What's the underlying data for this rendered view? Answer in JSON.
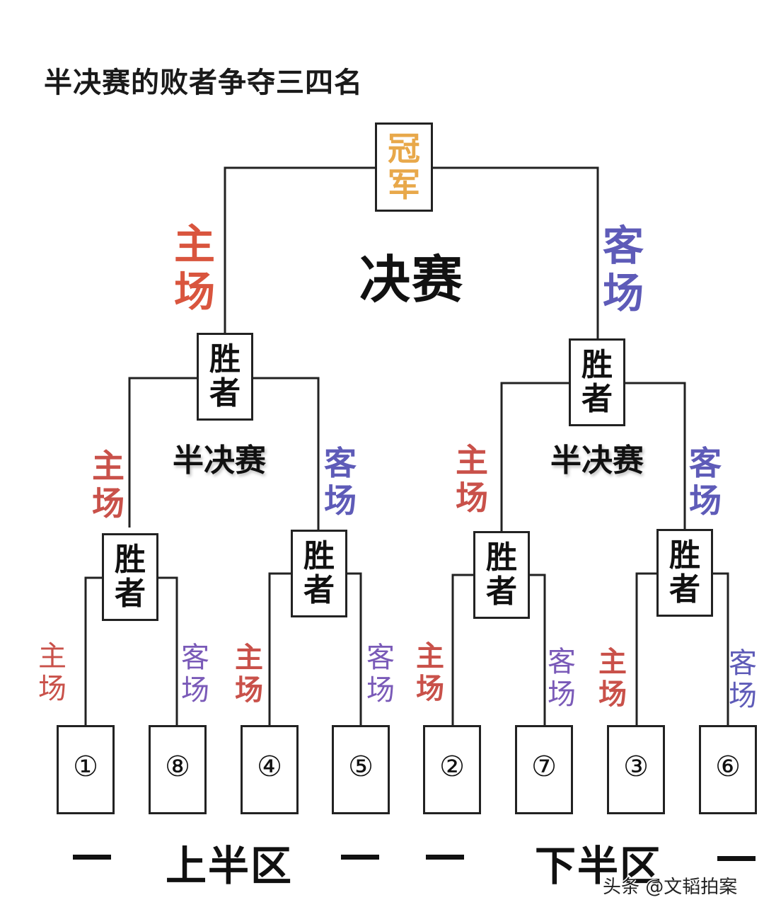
{
  "title": "半决赛的败者争夺三四名",
  "champion": {
    "line1": "冠",
    "line2": "军",
    "color": "#e8a84a"
  },
  "final_label": "决赛",
  "semi_label": "半决赛",
  "winner": {
    "line1": "胜",
    "line2": "者"
  },
  "home": {
    "line1": "主",
    "line2": "场",
    "color": "#d9553e"
  },
  "away": {
    "line1": "客",
    "line2": "场",
    "color": "#5e5bb8"
  },
  "seeds": [
    "①",
    "⑧",
    "④",
    "⑤",
    "②",
    "⑦",
    "③",
    "⑥"
  ],
  "halves": {
    "upper": "上半区",
    "lower": "下半区"
  },
  "watermark": "头条 @文韬拍案"
}
